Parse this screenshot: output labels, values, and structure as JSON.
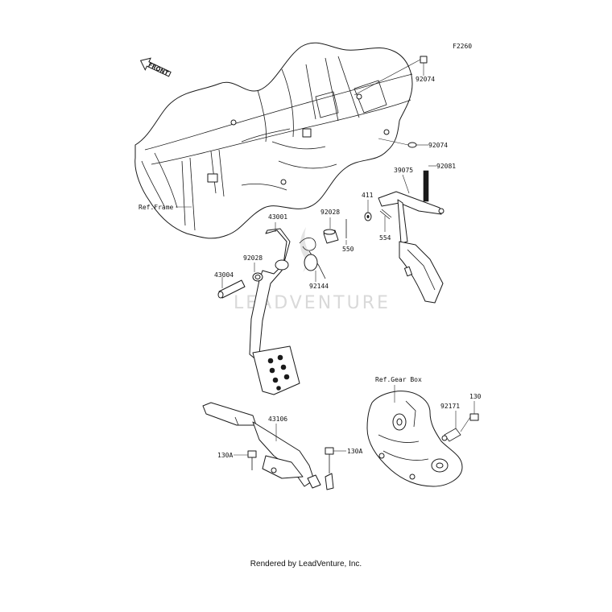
{
  "diagram_code": "F2260",
  "front_marker": "FRONT",
  "watermark": "LEADVENTURE",
  "footer": "Rendered by LeadVenture, Inc.",
  "references": {
    "frame": "Ref.Frame",
    "gear_box": "Ref.Gear Box"
  },
  "callouts": {
    "c92074_top": "92074",
    "c92074_mid": "92074",
    "c39075": "39075",
    "c92081": "92081",
    "c411": "411",
    "c554": "554",
    "c43001": "43001",
    "c92028_top": "92028",
    "c550": "550",
    "c92028_left": "92028",
    "c92144": "92144",
    "c43004": "43004",
    "c43106": "43106",
    "c130A_left": "130A",
    "c130A_right": "130A",
    "c92171": "92171",
    "c130": "130"
  }
}
